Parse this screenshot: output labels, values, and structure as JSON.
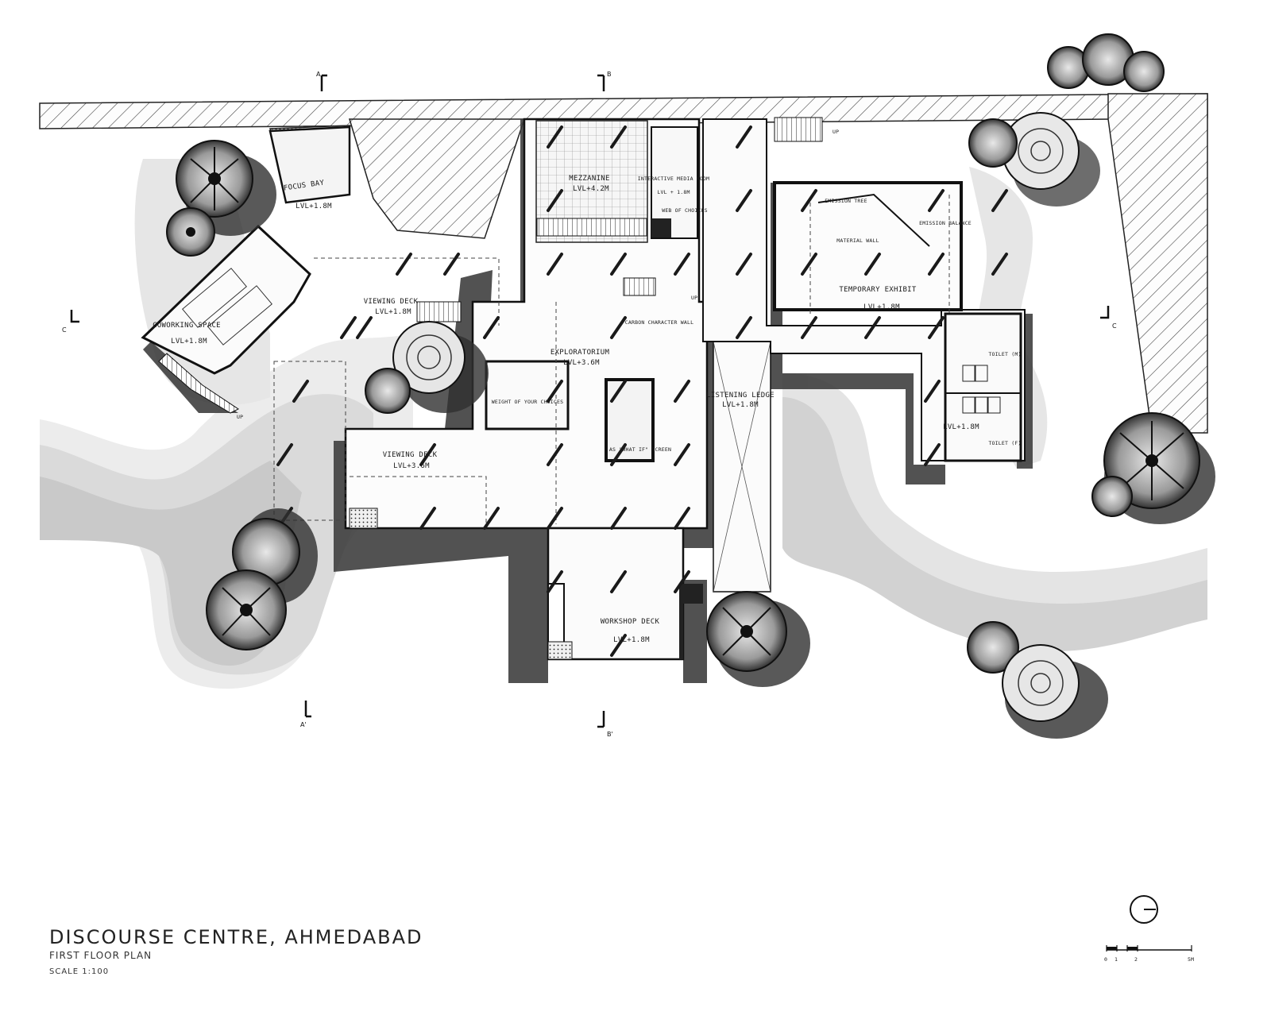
{
  "drawing": {
    "title": "DISCOURSE CENTRE, AHMEDABAD",
    "subtitle": "FIRST FLOOR PLAN",
    "scale": "SCALE 1:100"
  },
  "scale_bar": {
    "ticks": [
      "0",
      "1",
      "2",
      "5M"
    ]
  },
  "section_markers": {
    "a": "A",
    "a_prime": "A'",
    "b": "B",
    "b_prime": "B'",
    "c_left": "C",
    "c_right": "C"
  },
  "rooms": {
    "focus_bay": {
      "name": "FOCUS BAY",
      "level": "LVL+1.8M"
    },
    "coworking": {
      "name": "COWORKING SPACE",
      "level": "LVL+1.8M"
    },
    "viewing_deck_1": {
      "name": "VIEWING DECK",
      "level": "LVL+1.8M"
    },
    "mezzanine": {
      "name": "MEZZANINE",
      "level": "LVL+4.2M"
    },
    "media_room": {
      "name": "INTERACTIVE MEDIA ROOM",
      "level": "LVL + 1.8M"
    },
    "web_of_choices": "WEB OF CHOICES",
    "temporary_exhibit": {
      "name": "TEMPORARY EXHIBIT",
      "level": "LVL+1.8M"
    },
    "emission_tree": "EMISSION TREE",
    "emission_balance": "EMISSION BALANCE",
    "material_wall": "MATERIAL WALL",
    "exploratorium": {
      "name": "EXPLORATORIUM",
      "level": "LVL+3.6M"
    },
    "carbon_wall": "CARBON CHARACTER WALL",
    "weight_of_choices": "WEIGHT OF YOUR CHOICES",
    "viewing_deck_2": {
      "name": "VIEWING DECK",
      "level": "LVL+3.6M"
    },
    "listening_ledge": {
      "name": "LISTENING LEDGE",
      "level": "LVL+1.8M"
    },
    "workshop_deck": {
      "name": "WORKSHOP DECK",
      "level": "LVL+1.8M"
    },
    "toilet_m": "TOILET (M)",
    "toilet_f": "TOILET (F)",
    "lobby_level": "LVL+1.8M",
    "screen": "AS \"WHAT IF\" SCREEN"
  },
  "stairs": {
    "up": "UP"
  }
}
